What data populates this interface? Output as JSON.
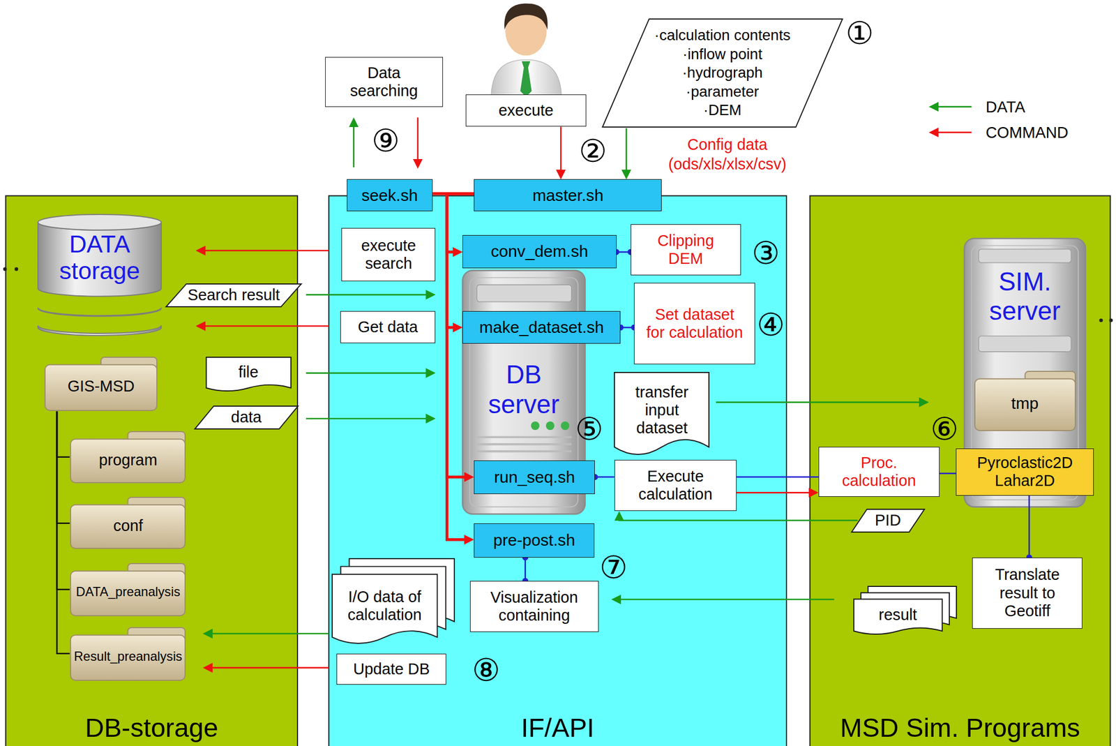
{
  "diagram": {
    "nodes": [
      {
        "text": [
          "Data searching"
        ]
      },
      {
        "text": [
          "execute"
        ]
      },
      {
        "text": [
          "·calculation contents",
          "·inflow point",
          "·hydrograph",
          "·parameter",
          "·DEM"
        ]
      },
      {
        "text": [
          "DB-storage"
        ]
      },
      {
        "text": [
          "IF/API"
        ]
      },
      {
        "text": [
          "MSD Sim. Programs"
        ]
      },
      {
        "text": [
          "DATA storage"
        ],
        "in": 3
      },
      {
        "text": [
          "Search result"
        ],
        "in": 3
      },
      {
        "text": [
          "GIS-MSD"
        ],
        "in": 3
      },
      {
        "text": [
          "file"
        ],
        "in": 3
      },
      {
        "text": [
          "data"
        ],
        "in": 3
      },
      {
        "text": [
          "program"
        ],
        "in": 3
      },
      {
        "text": [
          "conf"
        ],
        "in": 3
      },
      {
        "text": [
          "DATA_preanalysis"
        ],
        "in": 3
      },
      {
        "text": [
          "Result_preanalysis"
        ],
        "in": 3
      },
      {
        "text": [
          "seek.sh"
        ],
        "in": 4
      },
      {
        "text": [
          "master.sh"
        ],
        "in": 4
      },
      {
        "text": [
          "execute search"
        ],
        "in": 4
      },
      {
        "text": [
          "conv_dem.sh"
        ],
        "in": 4
      },
      {
        "text": [
          "Clipping DEM"
        ],
        "in": 4
      },
      {
        "text": [
          "Get data"
        ],
        "in": 4
      },
      {
        "text": [
          "make_dataset.sh"
        ],
        "in": 4
      },
      {
        "text": [
          "Set dataset for calculation"
        ],
        "in": 4
      },
      {
        "text": [
          "DB server"
        ],
        "in": 4
      },
      {
        "text": [
          "transfer input dataset"
        ],
        "in": 4
      },
      {
        "text": [
          "run_seq.sh"
        ],
        "in": 4
      },
      {
        "text": [
          "Execute calculation"
        ],
        "in": 4
      },
      {
        "text": [
          "pre-post.sh"
        ],
        "in": 4
      },
      {
        "text": [
          "Visualization containing"
        ],
        "in": 4
      },
      {
        "text": [
          "I/O data of calculation"
        ],
        "in": 4
      },
      {
        "text": [
          "Update DB"
        ],
        "in": 4
      },
      {
        "text": [
          "SIM. server"
        ],
        "in": 5
      },
      {
        "text": [
          "tmp"
        ],
        "in": 31
      },
      {
        "text": [
          "Proc. calculation"
        ],
        "in": 5
      },
      {
        "text": [
          "Pyroclastic2D Lahar2D"
        ],
        "in": 5
      },
      {
        "text": [
          "PID"
        ],
        "in": 5
      },
      {
        "text": [
          "Translate result to Geotiff"
        ],
        "in": 5
      },
      {
        "text": [
          "result"
        ],
        "in": 5
      }
    ],
    "edges": [
      {
        "from": 1,
        "to": 16,
        "arrow": "to"
      },
      {
        "from": 2,
        "to": 16,
        "arrow": "to"
      },
      {
        "from": 15,
        "to": 0,
        "arrow": "to"
      },
      {
        "from": 0,
        "to": 15,
        "arrow": "to"
      },
      {
        "from": 15,
        "to": 16,
        "arrow": "none"
      },
      {
        "from": 16,
        "to": 18,
        "arrow": "to"
      },
      {
        "from": 16,
        "to": 21,
        "arrow": "to"
      },
      {
        "from": 16,
        "to": 25,
        "arrow": "to"
      },
      {
        "from": 16,
        "to": 27,
        "arrow": "to"
      },
      {
        "from": 18,
        "to": 19,
        "arrow": "none"
      },
      {
        "from": 21,
        "to": 22,
        "arrow": "none"
      },
      {
        "from": 25,
        "to": 26,
        "arrow": "none"
      },
      {
        "from": 26,
        "to": 33,
        "arrow": "none"
      },
      {
        "from": 26,
        "to": 33,
        "arrow": "to"
      },
      {
        "from": 33,
        "to": 34,
        "arrow": "none"
      },
      {
        "from": 34,
        "to": 36,
        "arrow": "none"
      },
      {
        "from": 27,
        "to": 28,
        "arrow": "none"
      },
      {
        "from": 24,
        "to": 31,
        "arrow": "to"
      },
      {
        "from": 35,
        "to": 26,
        "arrow": "to"
      },
      {
        "from": 37,
        "to": 28,
        "arrow": "to"
      },
      {
        "from": 17,
        "to": 6,
        "arrow": "to"
      },
      {
        "from": 7,
        "to": 23,
        "arrow": "to"
      },
      {
        "from": 20,
        "to": 6,
        "arrow": "to"
      },
      {
        "from": 9,
        "to": 23,
        "arrow": "to"
      },
      {
        "from": 10,
        "to": 23,
        "arrow": "to"
      },
      {
        "from": 29,
        "to": 14,
        "arrow": "to"
      },
      {
        "from": 30,
        "to": 14,
        "arrow": "to"
      },
      {
        "from": 8,
        "to": 11,
        "arrow": "none"
      },
      {
        "from": 8,
        "to": 12,
        "arrow": "none"
      },
      {
        "from": 8,
        "to": 13,
        "arrow": "none"
      },
      {
        "from": 8,
        "to": 14,
        "arrow": "none"
      }
    ],
    "labels": [
      "①",
      "⑨",
      "Config data",
      "②",
      "(ods/xls/xlsx/csv)",
      "③",
      "④",
      "⑤",
      "⑥",
      "⑦",
      "⑧"
    ],
    "legend": [
      {
        "text": "DATA",
        "color": "#1a9a1a"
      },
      {
        "text": "COMMAND",
        "color": "#ee1111"
      }
    ]
  }
}
